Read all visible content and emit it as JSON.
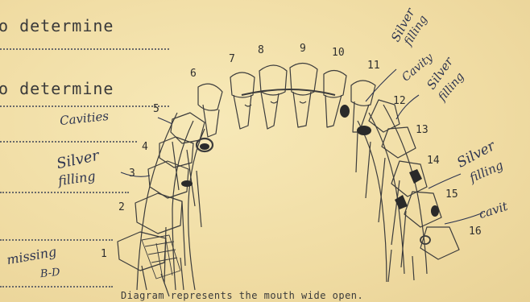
{
  "form": {
    "line1": "o determine",
    "line2": "o determine",
    "caption": "Diagram represents the mouth wide open."
  },
  "handwritten": {
    "cavities": "Cavities",
    "silver_filling_left": [
      "Silver",
      "filling"
    ],
    "missing": [
      "missing",
      "B-D"
    ],
    "silver_filling_cavity_top": [
      "Silver",
      "filling",
      "Cavity"
    ],
    "silver_filling_right_upper": [
      "Silver",
      "filling"
    ],
    "silver_filling_right_lower": [
      "Silver",
      "filling"
    ],
    "cavity_right": "cavit"
  },
  "tooth_numbers": [
    "1",
    "2",
    "3",
    "4",
    "5",
    "6",
    "7",
    "8",
    "9",
    "10",
    "11",
    "12",
    "13",
    "14",
    "15",
    "16"
  ]
}
